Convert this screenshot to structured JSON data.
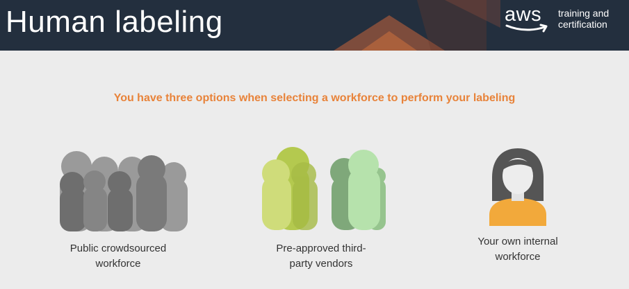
{
  "header": {
    "title": "Human labeling",
    "brand": {
      "logo": "aws",
      "line1": "training and",
      "line2": "certification"
    }
  },
  "subtitle": "You have three options when selecting a workforce to perform your labeling",
  "options": [
    {
      "icon": "crowd-icon",
      "line1": "Public crowdsourced",
      "line2": "workforce"
    },
    {
      "icon": "vendor-group-icon",
      "line1": "Pre-approved third-",
      "line2": "party vendors"
    },
    {
      "icon": "person-icon",
      "line1": "Your own internal",
      "line2": "workforce"
    }
  ],
  "colors": {
    "header_bg": "#232f3e",
    "accent_orange": "#e8833a",
    "background": "#ececec"
  }
}
